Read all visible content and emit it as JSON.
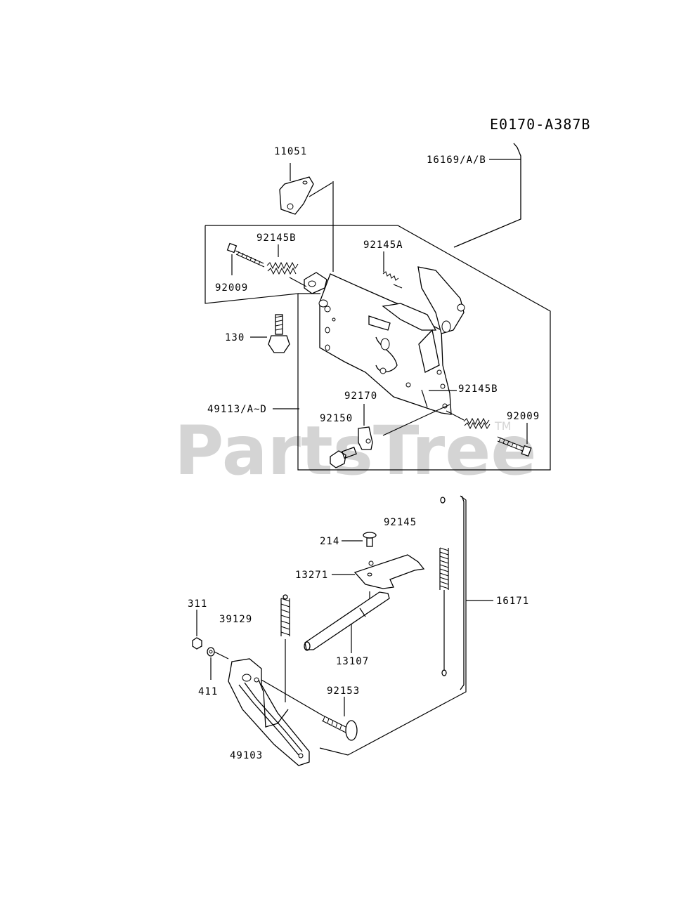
{
  "diagram_code": "E0170-A387B",
  "watermark": {
    "text": "PartsTree",
    "tm": "TM"
  },
  "labels": {
    "p11051": "11051",
    "p16169": "16169/A/B",
    "p92145B_top": "92145B",
    "p92145A": "92145A",
    "p92009_top": "92009",
    "p130": "130",
    "p49113": "49113/A~D",
    "p92170": "92170",
    "p92150": "92150",
    "p92145B_right": "92145B",
    "p92009_right": "92009",
    "p92145": "92145",
    "p214": "214",
    "p13271": "13271",
    "p16171": "16171",
    "p311": "311",
    "p39129": "39129",
    "p13107": "13107",
    "p411": "411",
    "p92153": "92153",
    "p49103": "49103"
  }
}
